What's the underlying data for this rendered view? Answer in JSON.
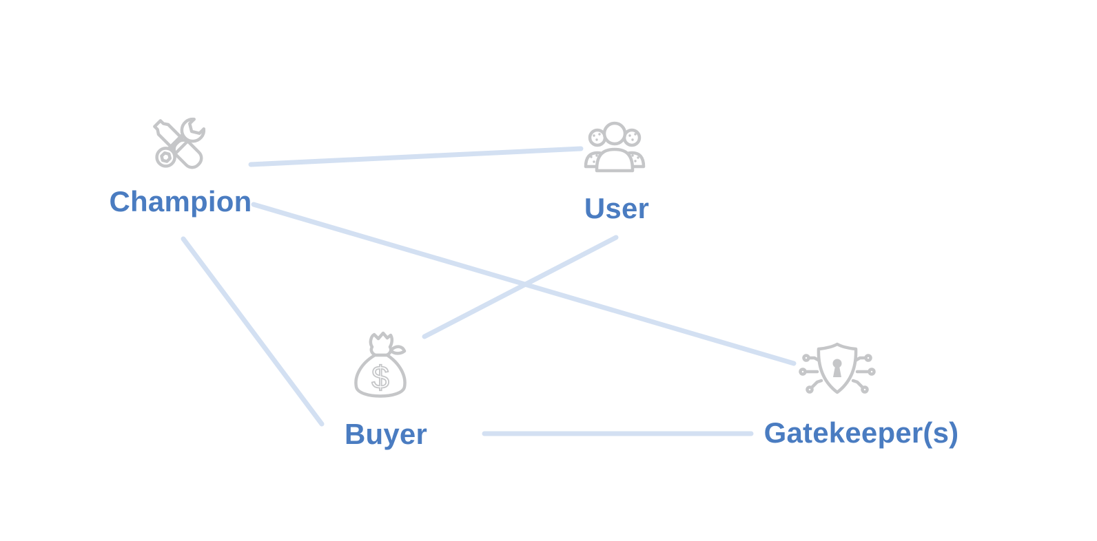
{
  "diagram": {
    "type": "relationship-network",
    "background": "#ffffff",
    "nodes": [
      {
        "id": "champion",
        "label": "Champion",
        "icon": "tools-icon"
      },
      {
        "id": "user",
        "label": "User",
        "icon": "user-group-icon"
      },
      {
        "id": "buyer",
        "label": "Buyer",
        "icon": "money-bag-icon"
      },
      {
        "id": "gatekeeper",
        "label": "Gatekeeper(s)",
        "icon": "security-shield-icon"
      }
    ],
    "edges": [
      {
        "from": "Champion",
        "to": "User"
      },
      {
        "from": "Champion",
        "to": "Gatekeeper(s)"
      },
      {
        "from": "Champion",
        "to": "Buyer"
      },
      {
        "from": "User",
        "to": "Buyer"
      },
      {
        "from": "Buyer",
        "to": "Gatekeeper(s)"
      }
    ],
    "colors": {
      "label_text": "#4a7cc1",
      "connector": "#d3e0f2",
      "icon_outline": "#c5c6c8",
      "background": "#ffffff"
    }
  }
}
